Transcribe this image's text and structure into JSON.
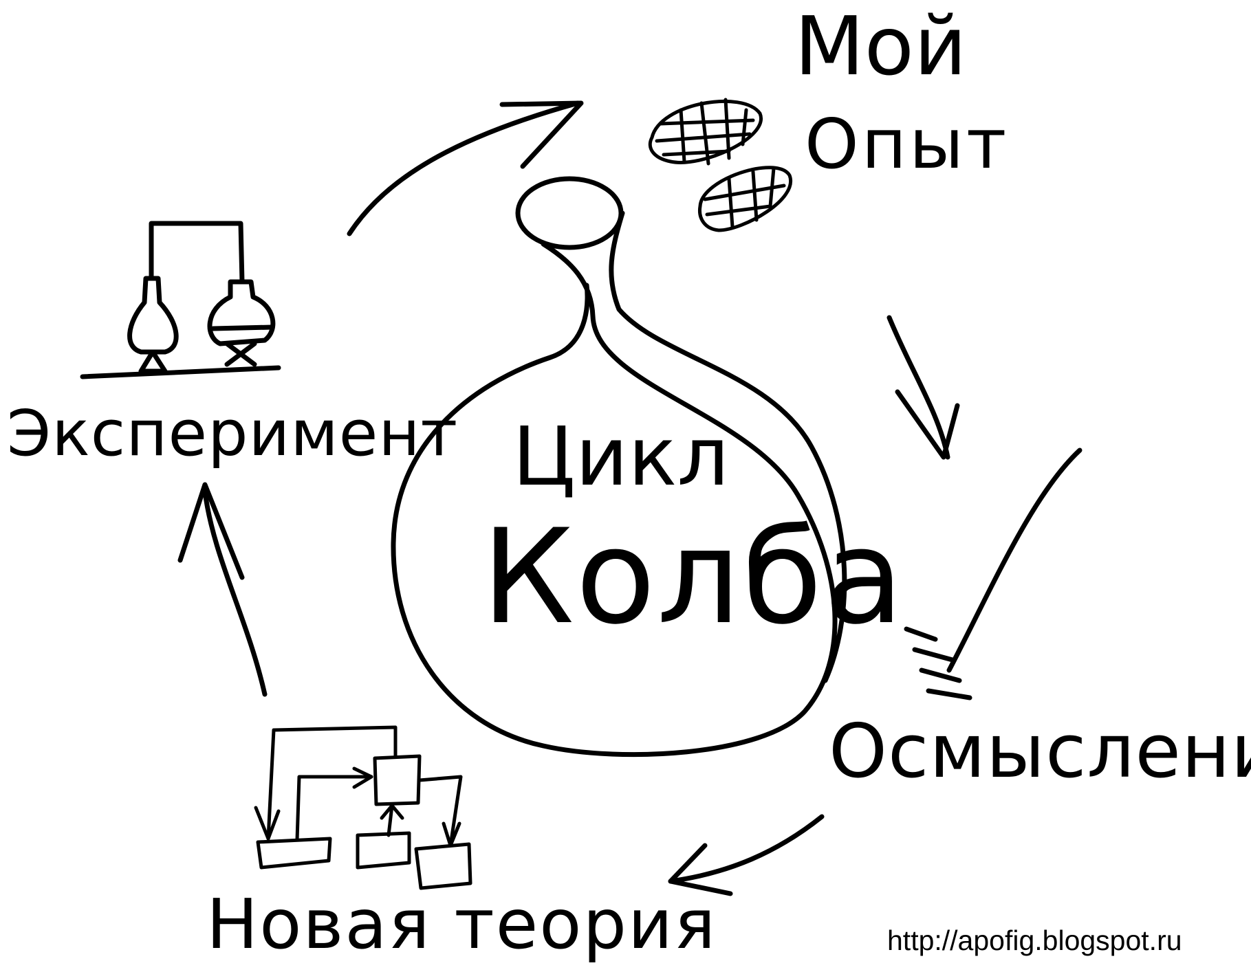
{
  "diagram": {
    "center": {
      "line1": "Цикл",
      "line2": "Колба"
    },
    "nodes": {
      "my_opyt": {
        "line1": "Мой",
        "line2": "Опыт"
      },
      "osmyslenie": "Осмысление",
      "novaya_teoriya": "Новая теория",
      "experiment": "Эксперимент"
    },
    "url": "http://apofig.blogspot.ru"
  },
  "colors": {
    "ink": "#000000",
    "background": "#ffffff"
  }
}
